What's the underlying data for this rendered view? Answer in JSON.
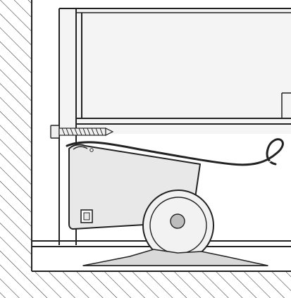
{
  "diagram": {
    "colors": {
      "line": "#222222",
      "panel_fill": "#ffffff",
      "cabinet_shade": "#f4f4f4",
      "bracket_fill": "#e8e8e8",
      "wheel_fill": "#f2f2f2",
      "hub_fill": "#bdbdbd",
      "screw_fill": "#f0f0f0",
      "floor_plate_fill": "#d9d9d9"
    },
    "parts": [
      "wall",
      "floor",
      "cabinet",
      "screw",
      "strap",
      "caster-bracket",
      "caster-wheel",
      "floor-plate"
    ]
  }
}
